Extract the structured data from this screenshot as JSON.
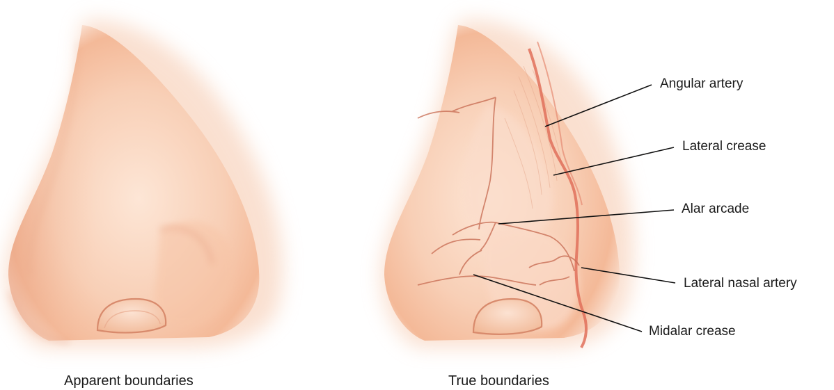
{
  "panels": {
    "left": {
      "caption": "Apparent boundaries"
    },
    "right": {
      "caption": "True boundaries"
    }
  },
  "labels": [
    {
      "key": "angular-artery",
      "text": "Angular artery"
    },
    {
      "key": "lateral-crease",
      "text": "Lateral crease"
    },
    {
      "key": "alar-arcade",
      "text": "Alar arcade"
    },
    {
      "key": "lateral-nasal-artery",
      "text": "Lateral nasal artery"
    },
    {
      "key": "midalar-crease",
      "text": "Midalar crease"
    }
  ],
  "colors": {
    "skin_light": "#fde3d2",
    "skin_mid": "#f6c3a4",
    "skin_dark": "#e3987a",
    "artery": "#e0705a",
    "crease": "#c96f56",
    "leader_line": "#111111"
  }
}
